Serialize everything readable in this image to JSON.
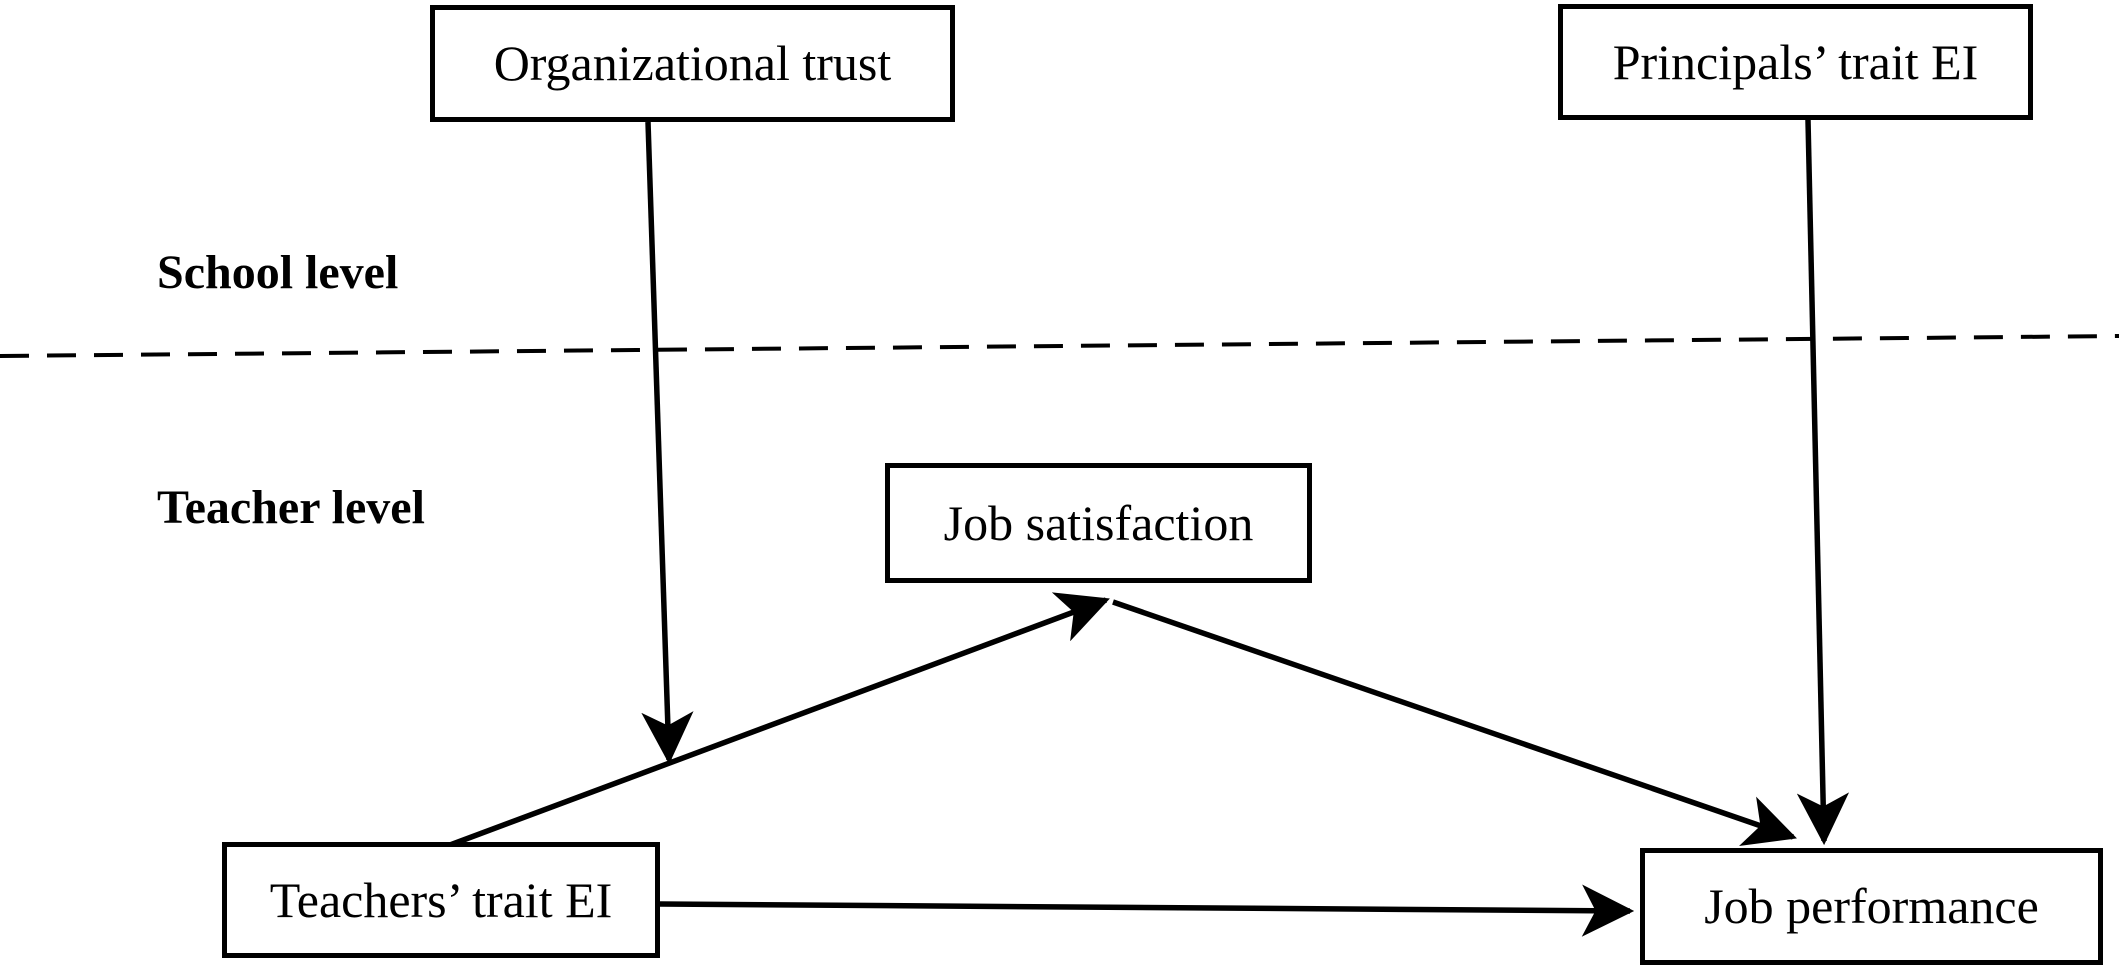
{
  "figure": {
    "type": "path-model-diagram",
    "background_color": "#ffffff",
    "line_color": "#000000",
    "levels": {
      "school": {
        "label": "School level"
      },
      "teacher": {
        "label": "Teacher level"
      }
    },
    "separator": {
      "style": "dashed",
      "between": [
        "School level",
        "Teacher level"
      ]
    },
    "nodes": {
      "organizational_trust": {
        "label": "Organizational trust",
        "level": "school"
      },
      "principals_trait_ei": {
        "label": "Principals’ trait EI",
        "level": "school"
      },
      "job_satisfaction": {
        "label": "Job satisfaction",
        "level": "teacher"
      },
      "teachers_trait_ei": {
        "label": "Teachers’ trait EI",
        "level": "teacher"
      },
      "job_performance": {
        "label": "Job performance",
        "level": "teacher"
      }
    },
    "edges": [
      {
        "from": "organizational_trust",
        "to": "path_teachers_trait_ei_to_job_satisfaction",
        "style": "solid-arrow",
        "direction": "down"
      },
      {
        "from": "principals_trait_ei",
        "to": "job_performance",
        "style": "solid-arrow",
        "direction": "down"
      },
      {
        "from": "teachers_trait_ei",
        "to": "job_satisfaction",
        "style": "solid-arrow",
        "direction": "up-right"
      },
      {
        "from": "job_satisfaction",
        "to": "job_performance",
        "style": "solid-arrow",
        "direction": "down-right"
      },
      {
        "from": "teachers_trait_ei",
        "to": "job_performance",
        "style": "solid-arrow",
        "direction": "right"
      }
    ]
  }
}
